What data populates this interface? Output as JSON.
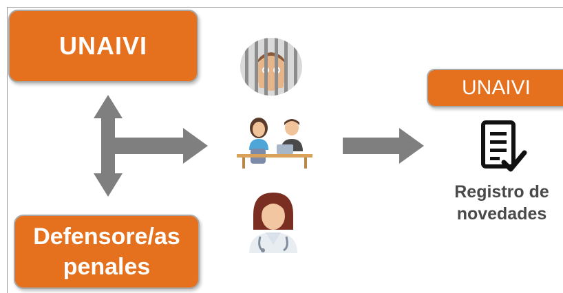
{
  "boxes": {
    "unaivi_left": "UNAIVI",
    "defensores_line1": "Defensore/as",
    "defensores_line2": "penales",
    "unaivi_right": "UNAIVI"
  },
  "caption": {
    "line1": "Registro de",
    "line2": "novedades"
  },
  "icons": [
    "prisoner-icon",
    "meeting-icon",
    "doctor-icon",
    "document-check-icon"
  ],
  "colors": {
    "box_fill": "#e5701d",
    "box_border": "#a9a9a9",
    "arrow": "#7f7f7f",
    "caption_text": "#4a4a4a"
  }
}
